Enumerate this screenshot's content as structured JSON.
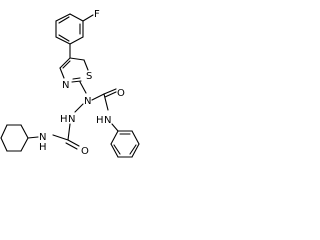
{
  "molecule": {
    "atoms": {
      "fluorine": "F",
      "thiazole_sulfur": "S",
      "thiazole_nitrogen": "N",
      "hydrazine_n_upper": "N",
      "hydrazine_n_lower": "N",
      "hydrazine_h": "H",
      "urea_oxygen_right": "O",
      "urea_nh_right": "N",
      "urea_nh_right_h": "H",
      "urea_oxygen_left": "O",
      "urea_nh_left": "N",
      "urea_nh_left_h": "H"
    },
    "colors": {
      "bond": "#000000",
      "label": "#000000",
      "background": "#ffffff"
    }
  }
}
